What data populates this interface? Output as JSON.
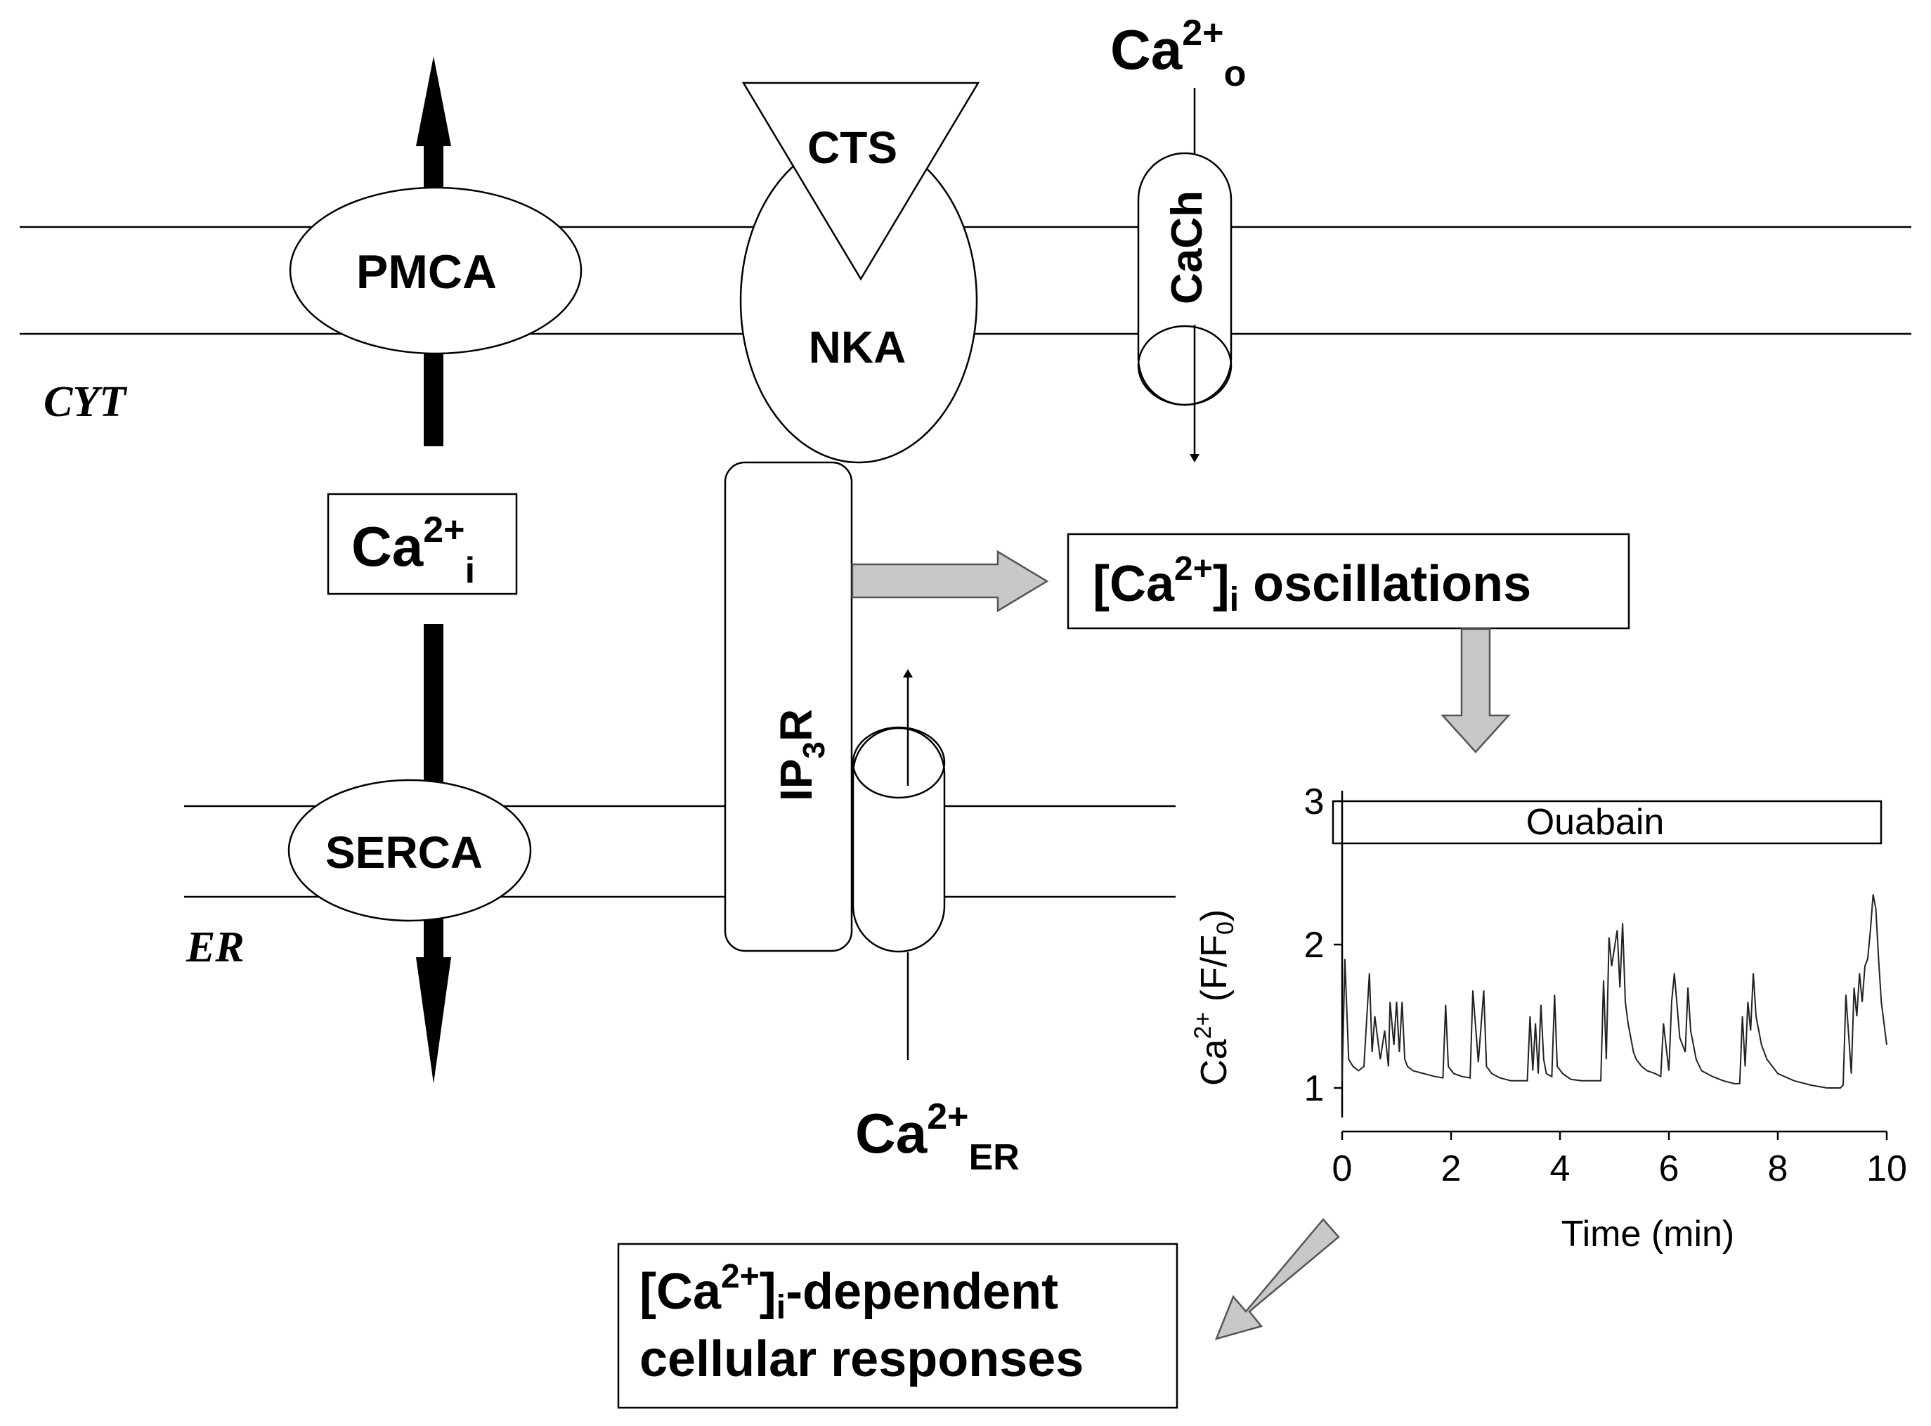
{
  "labels": {
    "pmca": "PMCA",
    "nka": "NKA",
    "cts": "CTS",
    "cach": "CaCh",
    "serca": "SERCA",
    "ip3r": {
      "main": "IP",
      "sub": "3",
      "tail": "R"
    },
    "cyt": "CYT",
    "er": "ER",
    "ca_o": {
      "base": "Ca",
      "sup": "2+",
      "sub": "o"
    },
    "ca_i": {
      "base": "Ca",
      "sup": "2+",
      "sub": "i"
    },
    "ca_er": {
      "base": "Ca",
      "sup": "2+",
      "sub": "ER"
    },
    "oscillations": {
      "open": "[Ca",
      "sup": "2+",
      "close": "]",
      "sub": "i",
      "rest": " oscillations"
    },
    "responses": {
      "open": "[Ca",
      "sup": "2+",
      "close": "]",
      "sub": "i",
      "rest": "-dependent",
      "line2": "cellular responses"
    }
  },
  "chart_data": {
    "type": "line",
    "title": "",
    "annotation": "Ouabain",
    "xlabel": "Time (min)",
    "ylabel": {
      "base": "Ca",
      "sup": "2+",
      "rest": " (F/F",
      "sub": "0",
      "close": ")"
    },
    "xlim": [
      0,
      10
    ],
    "ylim": [
      1,
      3
    ],
    "xticks": [
      "0",
      "2",
      "4",
      "6",
      "8",
      "10"
    ],
    "yticks": [
      "1",
      "2",
      "3"
    ],
    "series": [
      {
        "x": [
          0.0,
          0.05,
          0.12,
          0.2,
          0.3,
          0.4,
          0.5,
          0.55,
          0.6,
          0.7,
          0.78,
          0.85,
          0.88,
          0.95,
          1.0,
          1.05,
          1.1,
          1.15,
          1.2,
          1.3,
          1.5,
          1.7,
          1.85,
          1.9,
          1.95,
          2.05,
          2.2,
          2.35,
          2.4,
          2.5,
          2.6,
          2.65,
          2.75,
          2.9,
          3.1,
          3.3,
          3.4,
          3.45,
          3.5,
          3.55,
          3.6,
          3.65,
          3.7,
          3.75,
          3.85,
          3.9,
          3.95,
          4.05,
          4.2,
          4.4,
          4.6,
          4.75,
          4.8,
          4.85,
          4.9,
          4.95,
          5.05,
          5.1,
          5.15,
          5.2,
          5.25,
          5.3,
          5.35,
          5.4,
          5.5,
          5.6,
          5.75,
          5.85,
          5.9,
          6.0,
          6.05,
          6.1,
          6.2,
          6.3,
          6.35,
          6.4,
          6.5,
          6.6,
          6.8,
          7.0,
          7.2,
          7.3,
          7.35,
          7.4,
          7.45,
          7.5,
          7.55,
          7.6,
          7.7,
          7.8,
          8.0,
          8.3,
          8.6,
          8.9,
          9.15,
          9.2,
          9.25,
          9.35,
          9.4,
          9.45,
          9.5,
          9.55,
          9.6,
          9.65,
          9.7,
          9.75,
          9.8,
          9.85,
          9.9,
          10.0
        ],
        "y": [
          1.05,
          1.9,
          1.2,
          1.15,
          1.12,
          1.15,
          1.8,
          1.25,
          1.5,
          1.2,
          1.4,
          1.15,
          1.6,
          1.3,
          1.6,
          1.25,
          1.6,
          1.2,
          1.15,
          1.12,
          1.1,
          1.08,
          1.07,
          1.58,
          1.15,
          1.1,
          1.08,
          1.07,
          1.68,
          1.18,
          1.68,
          1.15,
          1.1,
          1.07,
          1.05,
          1.05,
          1.05,
          1.5,
          1.12,
          1.45,
          1.1,
          1.58,
          1.2,
          1.1,
          1.08,
          1.65,
          1.15,
          1.1,
          1.06,
          1.05,
          1.05,
          1.05,
          1.75,
          1.2,
          2.05,
          1.85,
          2.1,
          1.7,
          2.15,
          1.6,
          1.45,
          1.35,
          1.25,
          1.2,
          1.15,
          1.12,
          1.1,
          1.08,
          1.45,
          1.12,
          1.6,
          1.8,
          1.35,
          1.25,
          1.7,
          1.4,
          1.2,
          1.12,
          1.08,
          1.05,
          1.03,
          1.03,
          1.5,
          1.15,
          1.6,
          1.4,
          1.8,
          1.5,
          1.3,
          1.2,
          1.1,
          1.05,
          1.02,
          1.0,
          1.0,
          1.02,
          1.65,
          1.1,
          1.7,
          1.5,
          1.8,
          1.6,
          1.85,
          1.9,
          2.1,
          2.35,
          2.25,
          1.9,
          1.6,
          1.3
        ]
      }
    ]
  }
}
